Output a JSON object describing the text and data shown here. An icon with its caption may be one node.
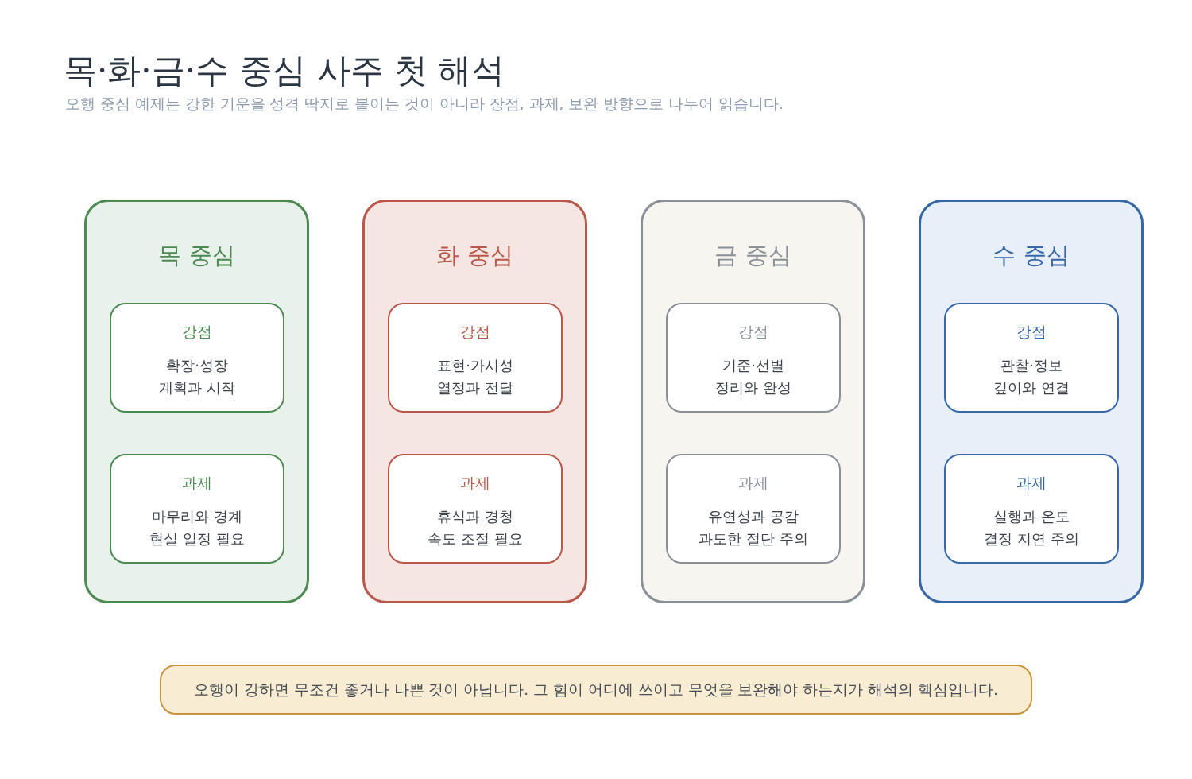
{
  "diagram": {
    "title": "목·화·금·수 중심 사주 첫 해석",
    "nodes": [
      {
        "text": [
          "목 중심"
        ]
      },
      {
        "text": [
          "강점",
          "확장·성장",
          "계획과 시작"
        ],
        "in": 0
      },
      {
        "text": [
          "과제",
          "마무리와 경계",
          "현실 일정 필요"
        ],
        "in": 0
      },
      {
        "text": [
          "화 중심"
        ]
      },
      {
        "text": [
          "강점",
          "표현·가시성",
          "열정과 전달"
        ],
        "in": 3
      },
      {
        "text": [
          "과제",
          "휴식과 경청",
          "속도 조절 필요"
        ],
        "in": 3
      },
      {
        "text": [
          "금 중심"
        ]
      },
      {
        "text": [
          "강점",
          "기준·선별",
          "정리와 완성"
        ],
        "in": 6
      },
      {
        "text": [
          "과제",
          "유연성과 공감",
          "과도한 절단 주의"
        ],
        "in": 6
      },
      {
        "text": [
          "수 중심"
        ]
      },
      {
        "text": [
          "강점",
          "관찰·정보",
          "깊이와 연결"
        ],
        "in": 9
      },
      {
        "text": [
          "과제",
          "실행과 온도",
          "결정 지연 주의"
        ],
        "in": 9
      },
      {
        "text": [
          "오행이 강하면 무조건 좋거나 나쁜 것이 아닙니다. 그 힘이 어디에 쓰이고 무엇을 보완해야 하는지가 해석의 핵심입니다."
        ]
      }
    ],
    "labels": [
      "오행 중심 예제는 강한 기운을 성격 딱지로 붙이는 것이 아니라 장점, 과제, 보완 방향으로 나누어 읽습니다."
    ]
  }
}
